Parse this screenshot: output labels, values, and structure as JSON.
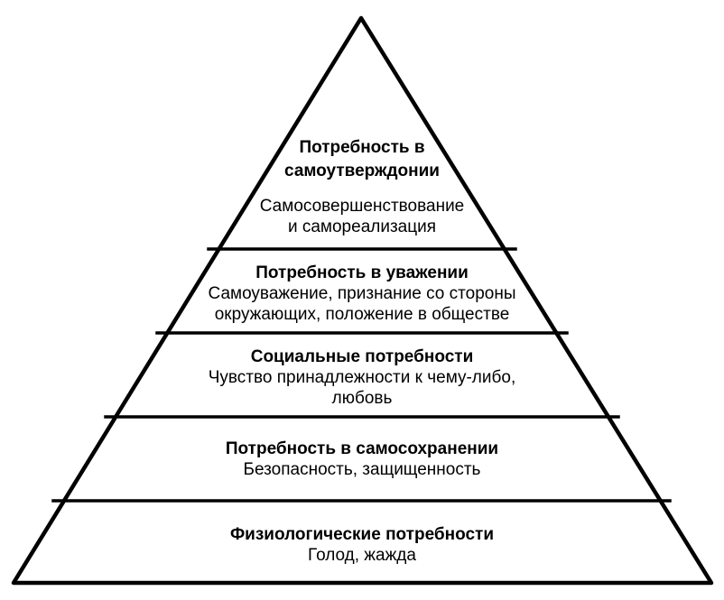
{
  "pyramid": {
    "levels": [
      {
        "title": "Потребность в\nсамоутверждонии",
        "description": "Самосовершенствование\nи самореализация"
      },
      {
        "title": "Потребность в уважении",
        "description": "Самоуважение, признание со стороны\nокружающих, положение в обществе"
      },
      {
        "title": "Социальные потребности",
        "description": "Чувство принадлежности к чему-либо,\nлюбовь"
      },
      {
        "title": "Потребность в самосохранении",
        "description": "Безопасность, защищенность"
      },
      {
        "title": "Физиологические потребности",
        "description": "Голод, жажда"
      }
    ],
    "colors": {
      "line": "#000000",
      "background": "#ffffff",
      "text": "#000000"
    }
  }
}
